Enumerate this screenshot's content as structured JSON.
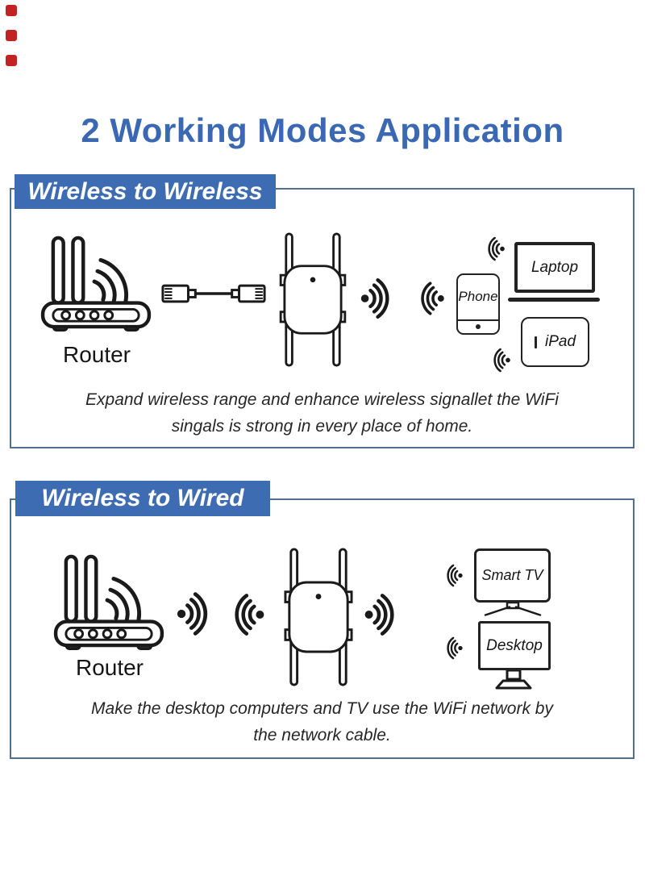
{
  "title": "2 Working Modes Application",
  "colors": {
    "title_blue": "#3a68b2",
    "banner_blue": "#3e6cb3",
    "box_border": "#50708e",
    "line_art": "#1a1a1a",
    "marker_red": "#c32222"
  },
  "top_left_markers": {
    "count": 3,
    "color": "#c32222"
  },
  "sections": [
    {
      "banner": "Wireless to Wireless",
      "caption": [
        "Expand wireless range and enhance wireless signallet the WiFi",
        "singals is strong in every place of home."
      ],
      "labels": {
        "router": "Router",
        "phone": "Phone",
        "laptop": "Laptop",
        "ipad": "iPad"
      }
    },
    {
      "banner": "Wireless to Wired",
      "caption": [
        "Make the desktop computers and TV use the WiFi network by",
        "the network cable."
      ],
      "labels": {
        "router": "Router",
        "smart_tv": "Smart TV",
        "desktop": "Desktop"
      }
    }
  ]
}
